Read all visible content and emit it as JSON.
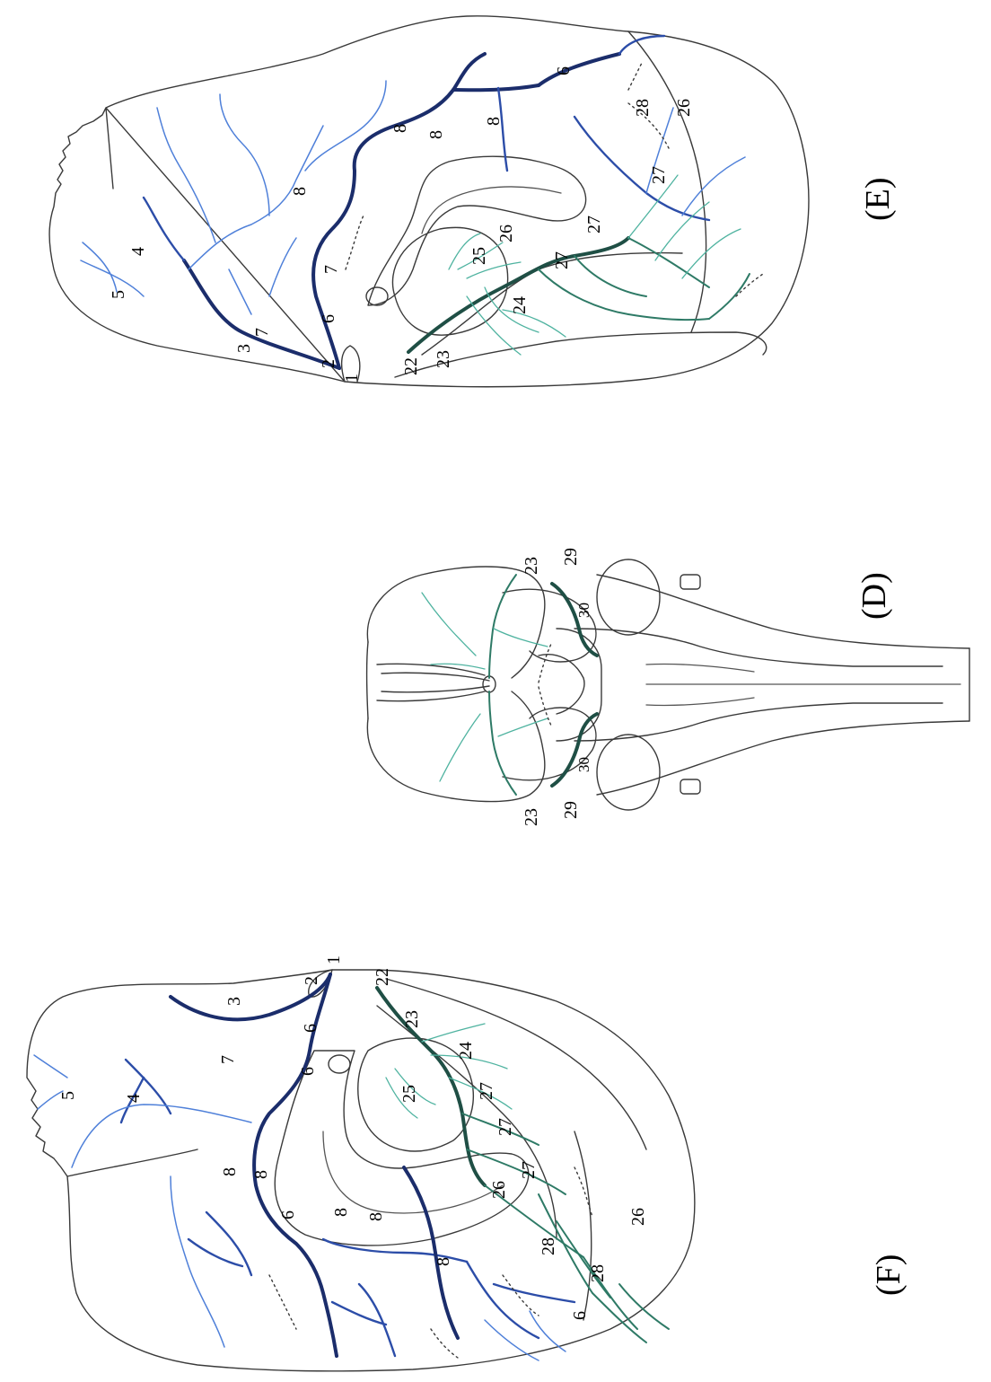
{
  "panels": {
    "E": {
      "caption": "(E)"
    },
    "D": {
      "caption": "(D)"
    },
    "F": {
      "caption": "(F)"
    }
  },
  "labels": {
    "E": [
      "1",
      "2",
      "3",
      "4",
      "5",
      "6",
      "7",
      "7",
      "8",
      "8",
      "8",
      "8",
      "6",
      "22",
      "23",
      "24",
      "25",
      "26",
      "27",
      "27",
      "27",
      "26",
      "28"
    ],
    "D": [
      "23",
      "29",
      "30",
      "23",
      "29",
      "30"
    ],
    "F": [
      "1",
      "2",
      "3",
      "4",
      "5",
      "6",
      "6",
      "7",
      "8",
      "8",
      "6",
      "8",
      "8",
      "8",
      "22",
      "23",
      "24",
      "25",
      "26",
      "27",
      "27",
      "27",
      "28",
      "28",
      "26",
      "6"
    ]
  },
  "colors": {
    "outline": "#3a3a3a",
    "vein_dark_blue": "#1b2d6b",
    "vein_blue": "#2c4da8",
    "vein_light_blue": "#4f80d9",
    "vein_dark_green": "#1f4f45",
    "vein_teal": "#2e7a66",
    "vein_light_teal": "#4fb3a0"
  }
}
